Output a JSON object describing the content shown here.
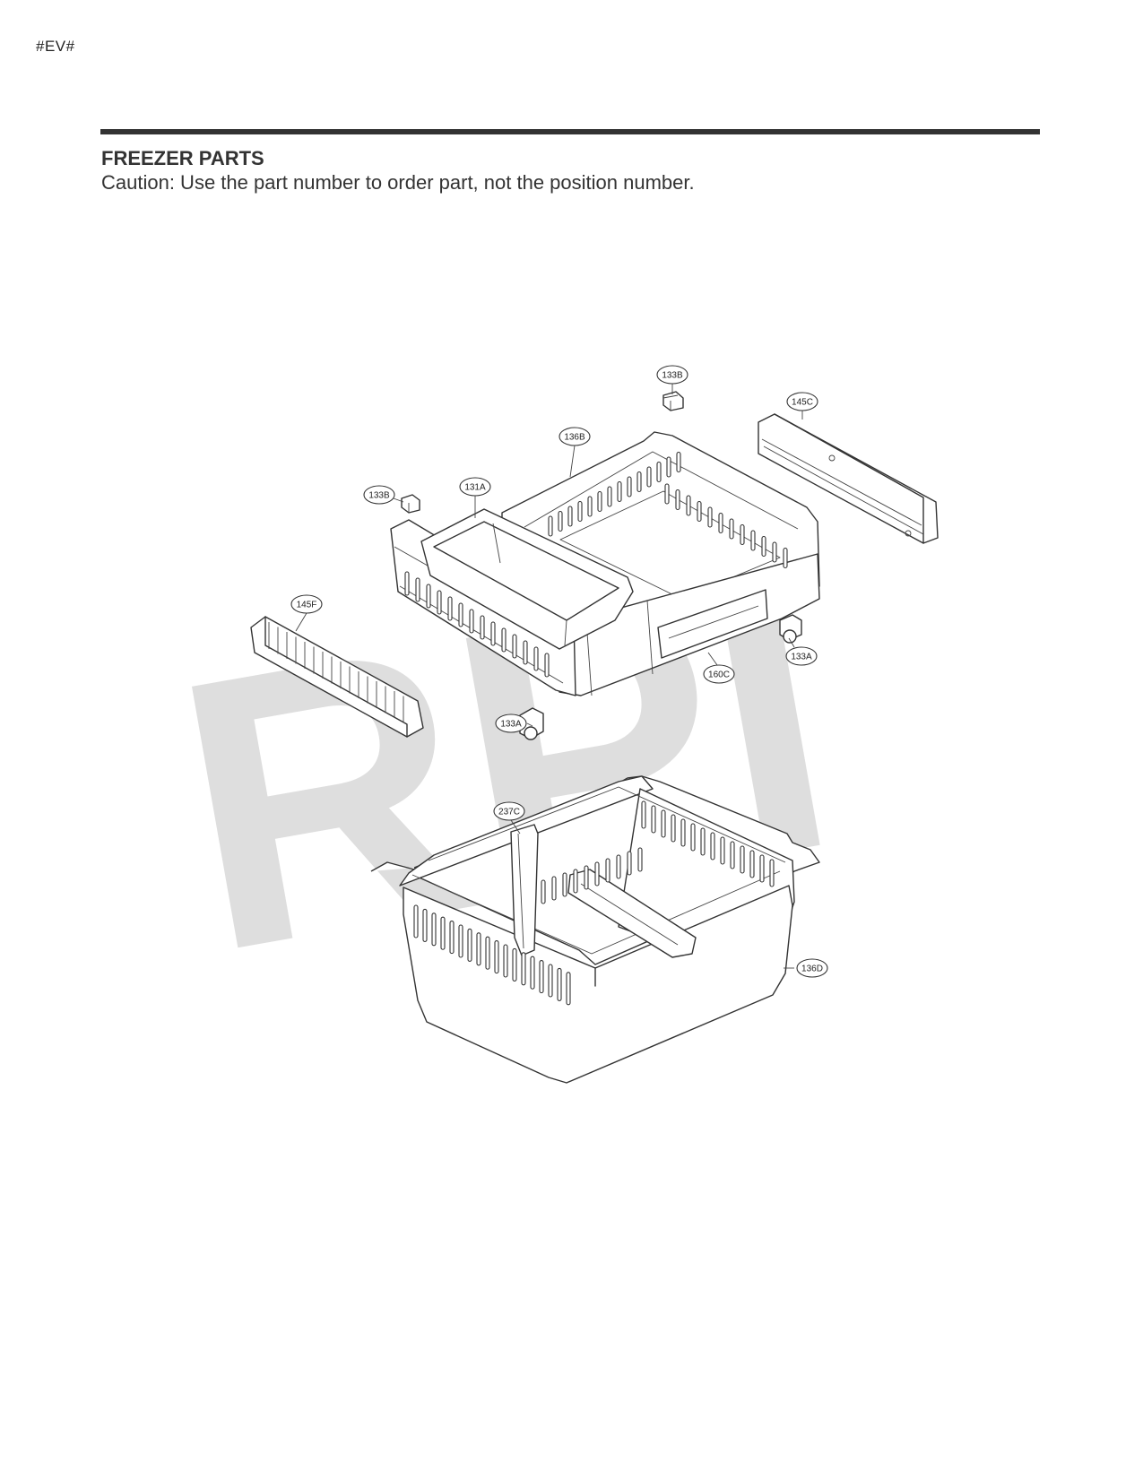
{
  "document": {
    "code": "#EV#",
    "section_title": "FREEZER PARTS",
    "caution": "Caution: Use the part number to order part, not the position number.",
    "watermark": "RPI"
  },
  "callouts": [
    {
      "id": "133B-top",
      "label": "133B"
    },
    {
      "id": "145C",
      "label": "145C"
    },
    {
      "id": "136B",
      "label": "136B"
    },
    {
      "id": "133B-left",
      "label": "133B"
    },
    {
      "id": "131A",
      "label": "131A"
    },
    {
      "id": "145F",
      "label": "145F"
    },
    {
      "id": "133A-right",
      "label": "133A"
    },
    {
      "id": "160C",
      "label": "160C"
    },
    {
      "id": "133A-bottom",
      "label": "133A"
    },
    {
      "id": "237C",
      "label": "237C"
    },
    {
      "id": "136D",
      "label": "136D"
    }
  ]
}
